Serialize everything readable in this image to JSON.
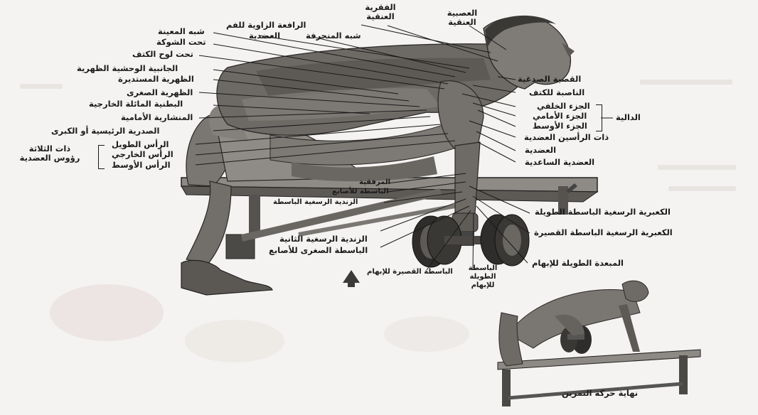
{
  "labels": {
    "neck_erector": "العصبية\nالعنقية",
    "cervical_vertebrae": "الفقرية\nالعنقية",
    "levator_scapulae": "الرافعة الزاوية للفم",
    "biceps_top": "العضدية",
    "trapezius_oblique": "شبه المنحرفة",
    "rhomboid": "شبه المعينة",
    "supraspinatus": "تحت الشوكة",
    "subscapularis": "تحت لوح الكتف",
    "latissimus": "الجانبية الوحشية الظهرية",
    "teres_major": "الظهرية المستديرة",
    "teres_minor": "الظهرية الصغرى",
    "external_oblique": "البطنية المائلة الخارجية",
    "serratus_anterior": "المنشارية الأمامية",
    "pectoralis": "الصدرية الرئيسية أو الكبرى",
    "triceps_long": "الرأس الطويل",
    "triceps_lateral": "الرأس الخارجي",
    "triceps_medial": "الرأس الأوسط",
    "triceps_group": "ذات الثلاثة\nرؤوس العضدية",
    "sternocleido": "القصية الصدغية",
    "rotator_cuff": "الناصبة للكتف",
    "deltoid_posterior": "الجزء الخلفي",
    "deltoid_anterior": "الجزء الأمامي",
    "deltoid_middle": "الجزء الأوسط",
    "deltoid_group": "الدالية",
    "biceps": "ذات الرأسين العضدية",
    "brachialis": "العضدية",
    "brachioradialis": "العضدية الساعدية",
    "anconeus": "المرفقية",
    "extensor_digitorum": "الباسطة للأصابع",
    "extensor_carpi_ulnaris": "الزندية الرسغية الباسطة",
    "ext_carpi_radialis_longus": "الكعبرية الرسغية الباسطة الطويلة",
    "ext_carpi_radialis_brevis": "الكعبرية الرسغية الباسطة القصيرة",
    "flexor_carpi_ulnaris": "الزندية الرسغية الثانية",
    "extensor_digiti_minimi": "الباسطة الصغرى للأصابع",
    "abductor_pollicis_longus": "المبعدة الطويلة للإبهام",
    "extensor_pollicis_brevis": "الباسطة القصيرة للإبهام",
    "extensor_pollicis_longus": "الباسطة الطويلة\nللإبهام",
    "end_of_exercise": "نهاية حركة التمرين"
  },
  "colors": {
    "ink": "#1a1a1a",
    "figure_fill": "#6d6a66",
    "figure_dark": "#3b3936",
    "paper": "#f4f3f1",
    "arrow": "#3a3a3a"
  }
}
